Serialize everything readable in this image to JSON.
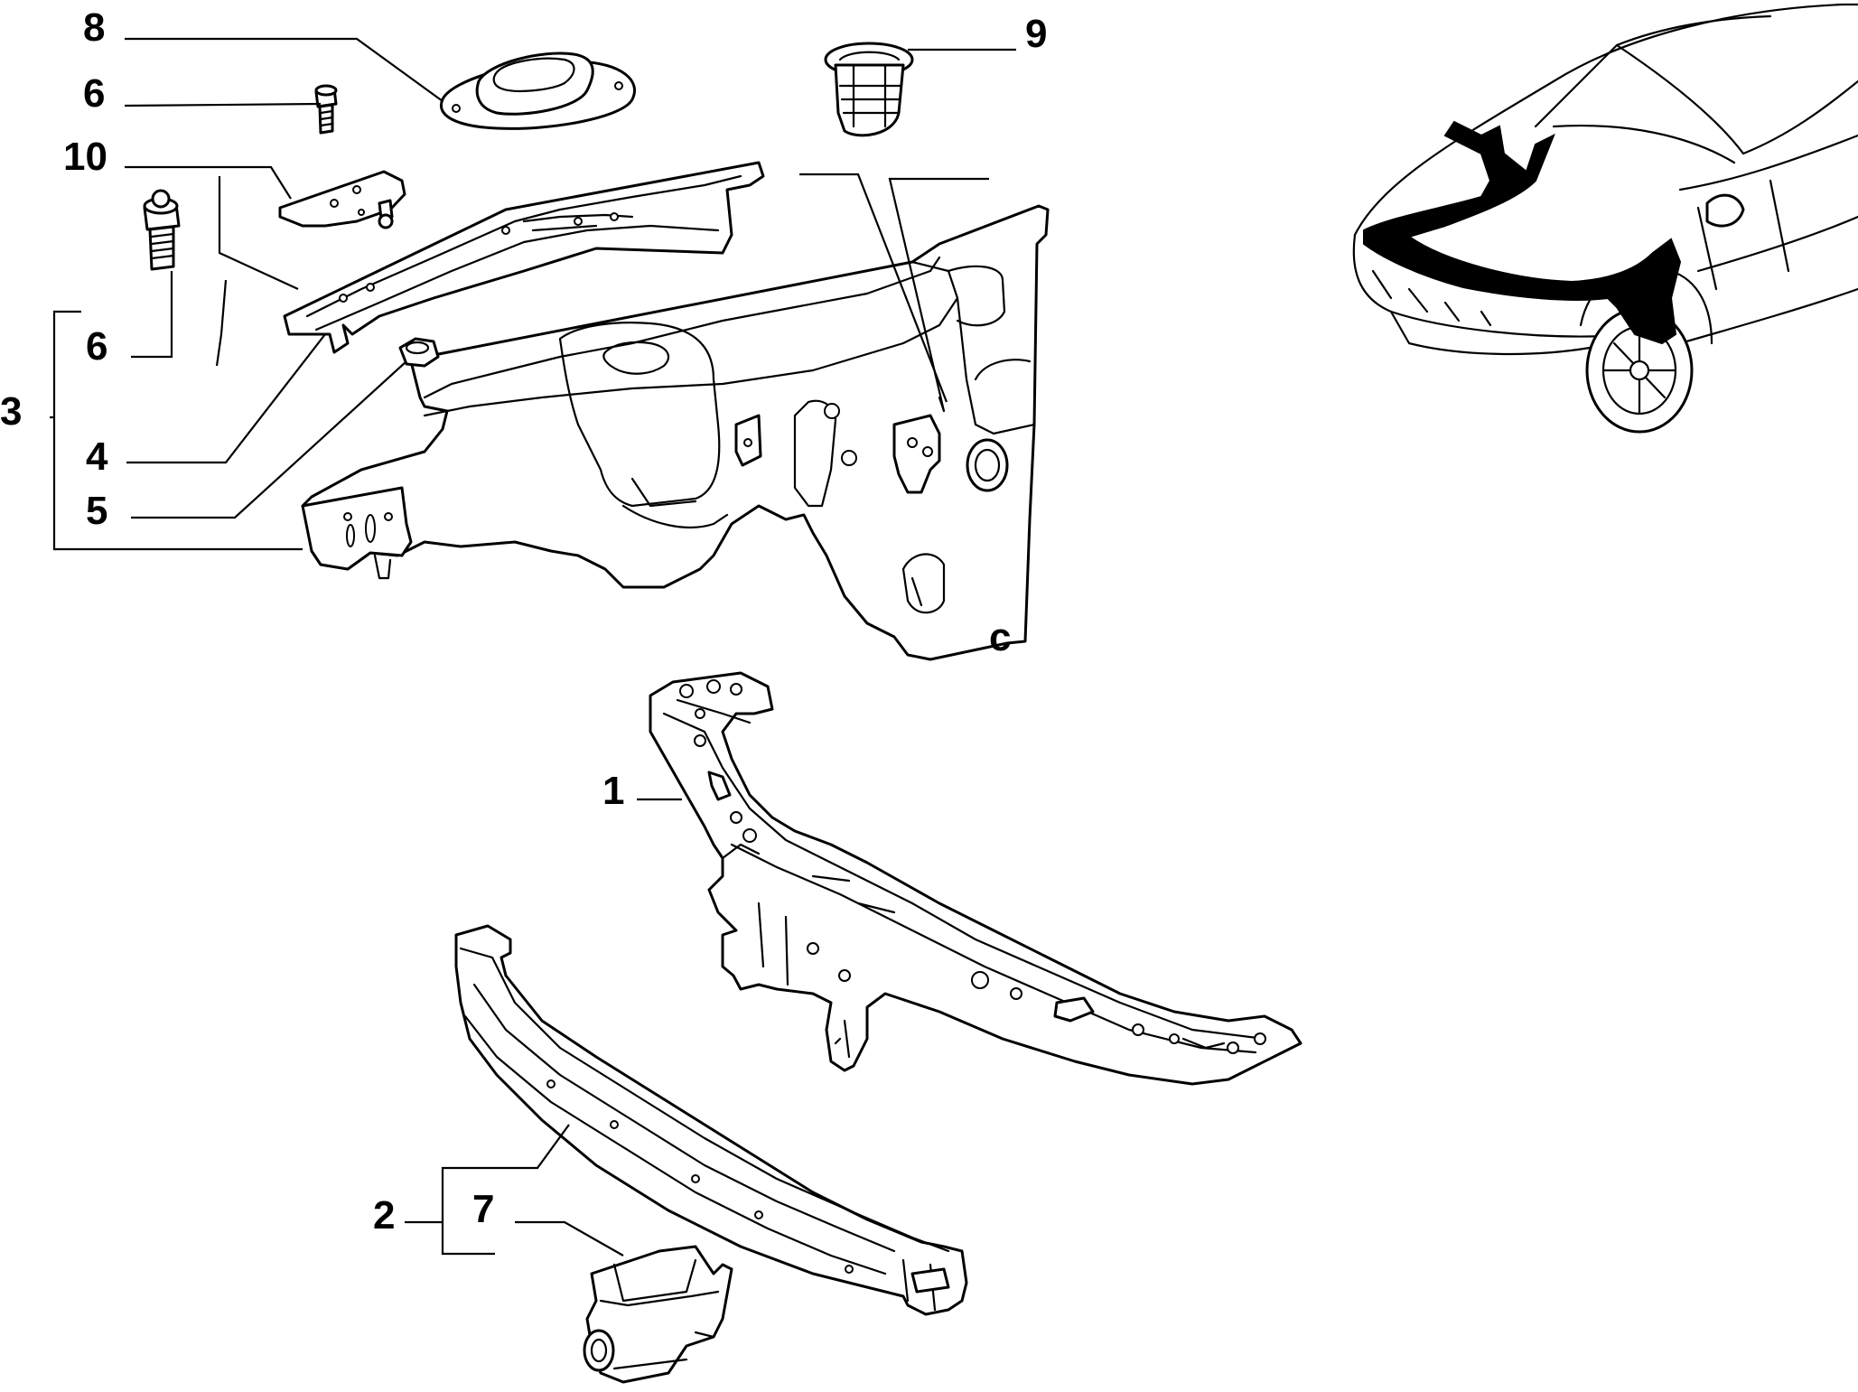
{
  "callouts": {
    "c1": "1",
    "c2": "2",
    "c3": "3",
    "c4": "4",
    "c5": "5",
    "c6a": "6",
    "c6b": "6",
    "c7": "7",
    "c8": "8",
    "c9": "9",
    "c10": "10"
  },
  "colors": {
    "line": "#000000",
    "background": "#ffffff"
  }
}
